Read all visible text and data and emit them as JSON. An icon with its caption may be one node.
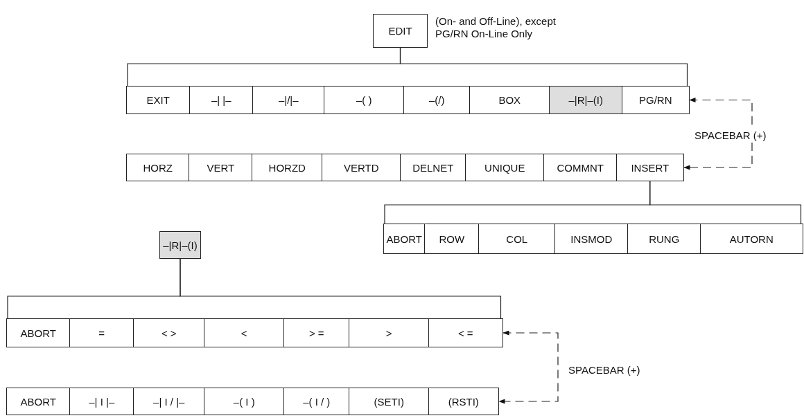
{
  "diagram": {
    "nodes": [
      {
        "text": [
          "EDIT"
        ],
        "beside": [
          "(On- and Off-Line), except PG/RN On-Line Only"
        ]
      },
      {
        "text": [
          "EXIT"
        ]
      },
      {
        "text": [
          "–| |–"
        ]
      },
      {
        "text": [
          "–|/|–"
        ]
      },
      {
        "text": [
          "–( )"
        ]
      },
      {
        "text": [
          "–(/)"
        ]
      },
      {
        "text": [
          "BOX"
        ]
      },
      {
        "text": [
          "–|R|–(I)"
        ]
      },
      {
        "text": [
          "PG/RN"
        ]
      },
      {
        "text": [
          "HORZ"
        ]
      },
      {
        "text": [
          "VERT"
        ]
      },
      {
        "text": [
          "HORZD"
        ]
      },
      {
        "text": [
          "VERTD"
        ]
      },
      {
        "text": [
          "DELNET"
        ]
      },
      {
        "text": [
          "UNIQUE"
        ]
      },
      {
        "text": [
          "COMMNT"
        ]
      },
      {
        "text": [
          "INSERT"
        ]
      },
      {
        "text": [
          "ABORT"
        ]
      },
      {
        "text": [
          "ROW"
        ]
      },
      {
        "text": [
          "COL"
        ]
      },
      {
        "text": [
          "INSMOD"
        ]
      },
      {
        "text": [
          "RUNG"
        ]
      },
      {
        "text": [
          "AUTORN"
        ]
      },
      {
        "text": [
          "–|R|–(I)"
        ]
      },
      {
        "text": [
          "ABORT"
        ]
      },
      {
        "text": [
          "="
        ]
      },
      {
        "text": [
          "< >"
        ]
      },
      {
        "text": [
          "<"
        ]
      },
      {
        "text": [
          "> ="
        ]
      },
      {
        "text": [
          ">"
        ]
      },
      {
        "text": [
          "< ="
        ]
      },
      {
        "text": [
          "ABORT"
        ]
      },
      {
        "text": [
          "–| I |–"
        ]
      },
      {
        "text": [
          "–| I / |–"
        ]
      },
      {
        "text": [
          "–( I )"
        ]
      },
      {
        "text": [
          "–( I / )"
        ]
      },
      {
        "text": [
          "(SETI)"
        ]
      },
      {
        "text": [
          "(RSTI)"
        ]
      }
    ],
    "edges": [
      {
        "from": 0,
        "to": 1,
        "arrow": "none"
      },
      {
        "from": 0,
        "to": 8,
        "arrow": "none"
      },
      {
        "from": 8,
        "to": 16,
        "arrow": "both",
        "style": "dashed",
        "label": "SPACEBAR (+)"
      },
      {
        "from": 16,
        "to": 17,
        "arrow": "none"
      },
      {
        "from": 16,
        "to": 22,
        "arrow": "none"
      },
      {
        "from": 23,
        "to": 24,
        "arrow": "none"
      },
      {
        "from": 23,
        "to": 30,
        "arrow": "none"
      },
      {
        "from": 30,
        "to": 37,
        "arrow": "both",
        "style": "dashed",
        "label": "SPACEBAR (+)"
      }
    ]
  }
}
